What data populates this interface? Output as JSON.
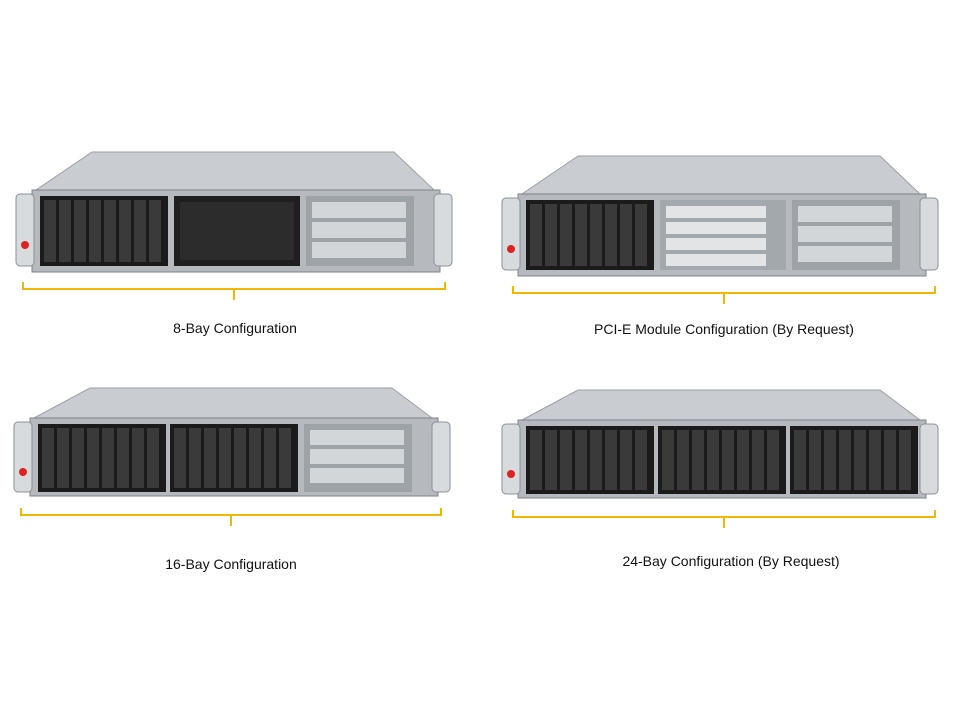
{
  "configs": [
    {
      "caption": "8-Bay Configuration",
      "bays": 8,
      "modules": [
        "bays8",
        "mesh",
        "pcie-risers"
      ]
    },
    {
      "caption": "PCI-E Module Configuration (By Request)",
      "bays": 8,
      "modules": [
        "bays8",
        "pcie-vented",
        "pcie-risers"
      ]
    },
    {
      "caption": "16-Bay Configuration",
      "bays": 16,
      "modules": [
        "bays8",
        "bays8",
        "pcie-risers"
      ]
    },
    {
      "caption": "24-Bay Configuration (By Request)",
      "bays": 24,
      "modules": [
        "bays8",
        "bays8",
        "bays8"
      ]
    }
  ],
  "colors": {
    "bracket": "#f2b705",
    "chassis": "#b9bdc2",
    "bay": "#151515",
    "caption": "#111111"
  },
  "icons": {
    "power": "power-button-icon"
  }
}
